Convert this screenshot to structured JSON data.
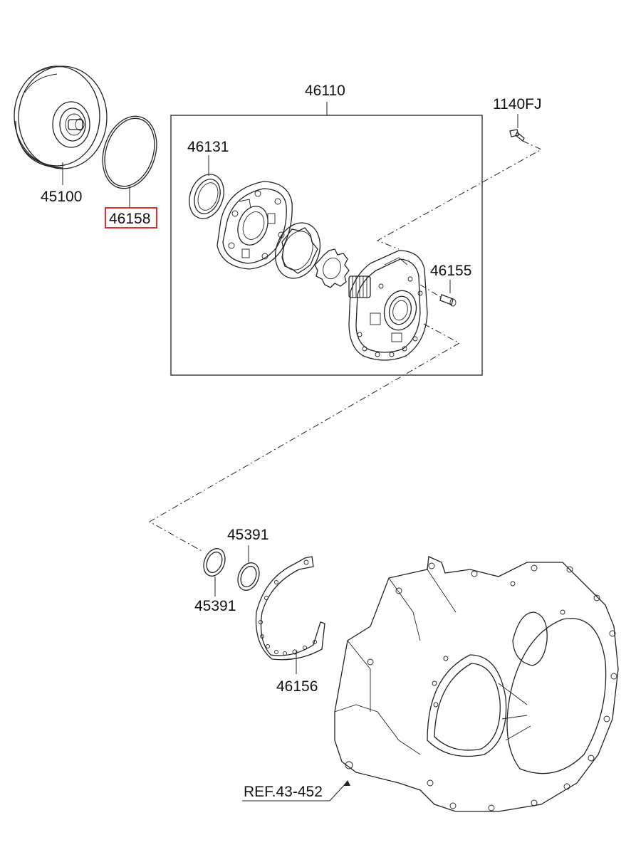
{
  "labels": {
    "torque_converter": "45100",
    "o_ring": "46158",
    "oil_pump_assembly": "46110",
    "oil_seal": "46131",
    "bolt": "1140FJ",
    "plug": "46155",
    "seal_ring_upper": "45391",
    "seal_ring_lower": "45391",
    "gasket": "46156",
    "reference": "REF.43-452"
  },
  "highlighted_part": "46158",
  "highlight_color": "#e0302c"
}
